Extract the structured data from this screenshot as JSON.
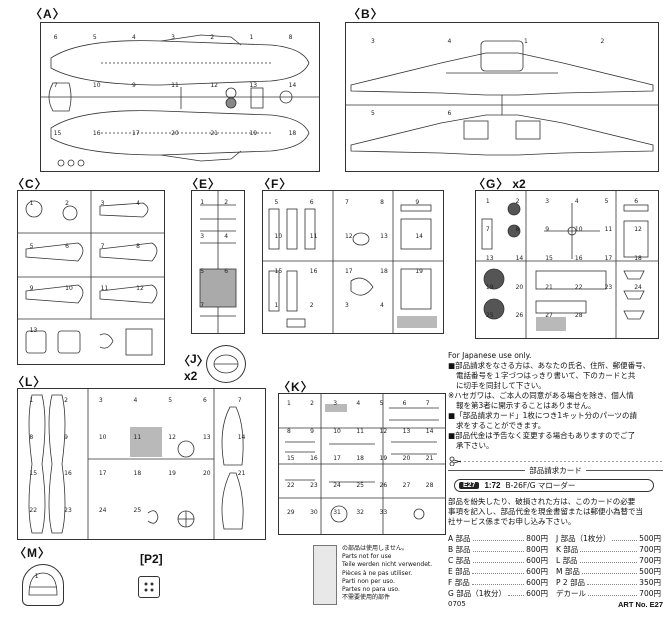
{
  "sprues": {
    "A": {
      "label": "A"
    },
    "B": {
      "label": "B"
    },
    "C": {
      "label": "C"
    },
    "E": {
      "label": "E"
    },
    "F": {
      "label": "F"
    },
    "G": {
      "label": "G",
      "multiplier": "x2"
    },
    "J": {
      "label": "J",
      "multiplier": "x2"
    },
    "L": {
      "label": "L"
    },
    "K": {
      "label": "K"
    },
    "M": {
      "label": "M"
    },
    "P2": {
      "label": "[P2]"
    }
  },
  "part_numbers": {
    "A": [
      "6",
      "5",
      "4",
      "3",
      "2",
      "1",
      "8",
      "7",
      "10",
      "9",
      "11",
      "12",
      "13",
      "14",
      "15",
      "16",
      "17",
      "20",
      "21",
      "19",
      "18"
    ],
    "B": [
      "3",
      "4",
      "1",
      "2",
      "5",
      "6"
    ],
    "C": [
      "1",
      "2",
      "3",
      "4",
      "5",
      "6",
      "7",
      "8",
      "9",
      "10",
      "11",
      "12",
      "13"
    ],
    "E": [
      "1",
      "2",
      "3",
      "4",
      "5",
      "6",
      "7"
    ],
    "F": [
      "5",
      "6",
      "7",
      "8",
      "9",
      "10",
      "11",
      "12",
      "13",
      "14",
      "15",
      "16",
      "17",
      "18",
      "19",
      "1",
      "2",
      "3",
      "4"
    ],
    "G": [
      "1",
      "2",
      "3",
      "4",
      "5",
      "6",
      "7",
      "8",
      "9",
      "10",
      "11",
      "12",
      "13",
      "14",
      "15",
      "16",
      "17",
      "18",
      "19",
      "20",
      "21",
      "22",
      "23",
      "24",
      "25",
      "26",
      "27",
      "28"
    ],
    "L": [
      "1",
      "2",
      "3",
      "4",
      "5",
      "6",
      "7",
      "8",
      "9",
      "10",
      "11",
      "12",
      "13",
      "14",
      "15",
      "16",
      "17",
      "18",
      "19",
      "20",
      "21",
      "22",
      "23",
      "24",
      "25"
    ],
    "K": [
      "1",
      "2",
      "3",
      "4",
      "5",
      "6",
      "7",
      "8",
      "9",
      "10",
      "11",
      "12",
      "13",
      "14",
      "15",
      "16",
      "17",
      "18",
      "19",
      "20",
      "21",
      "22",
      "23",
      "24",
      "25",
      "26",
      "27",
      "28",
      "29",
      "30",
      "31",
      "32",
      "33"
    ],
    "M": [
      "1"
    ]
  },
  "order_info": {
    "heading_en": "For Japanese use only.",
    "lines": [
      "■部品請求をなさる方は、あなたの氏名、住所、郵便番号、",
      "電話番号を１字づつはっきり書いて、下のカードと共",
      "に切手を同封して下さい。",
      "※ハセガワは、ご本人の同意がある場合を除き、個人情",
      "報を第3者に開示することはありません。",
      "■「部品請求カード」1枚につき1キット分のパーツの請",
      "求をすることができます。",
      "■部品代金は予告なく変更する場合もありますのでご了",
      "承下さい。"
    ],
    "scissors_icon": "scissors-icon"
  },
  "card": {
    "title": "部品請求カード",
    "badge": "E27",
    "scale": "1:72",
    "model": "B-26F/G マローダー",
    "description": [
      "部品を紛失したり、破損された方は、このカードの必要",
      "事項を記入し、部品代金を現金書留または郵便小為替で当",
      "社サービス係までお申し込み下さい。"
    ],
    "prices_left": [
      {
        "part": "A 部品",
        "price": "800円"
      },
      {
        "part": "B 部品",
        "price": "800円"
      },
      {
        "part": "C 部品",
        "price": "600円"
      },
      {
        "part": "E 部品",
        "price": "600円"
      },
      {
        "part": "F 部品",
        "price": "600円"
      },
      {
        "part": "G 部品（1枚分）",
        "price": "600円"
      }
    ],
    "prices_right": [
      {
        "part": "J 部品（1枚分）",
        "price": "500円"
      },
      {
        "part": "K 部品",
        "price": "700円"
      },
      {
        "part": "L 部品",
        "price": "700円"
      },
      {
        "part": "M 部品",
        "price": "500円"
      },
      {
        "part": "P 2 部品",
        "price": "350円"
      },
      {
        "part": "デカール",
        "price": "700円"
      }
    ],
    "code": "0705",
    "art_no": "ART No. E27"
  },
  "notice": {
    "lines": [
      "の部品は使用しません。",
      "Parts not for use",
      "Teile werden nicht verwendet.",
      "Pièces à ne pas utiliser.",
      "Parti non per uso.",
      "Partes no para uso.",
      "不需要使用的部件"
    ]
  }
}
